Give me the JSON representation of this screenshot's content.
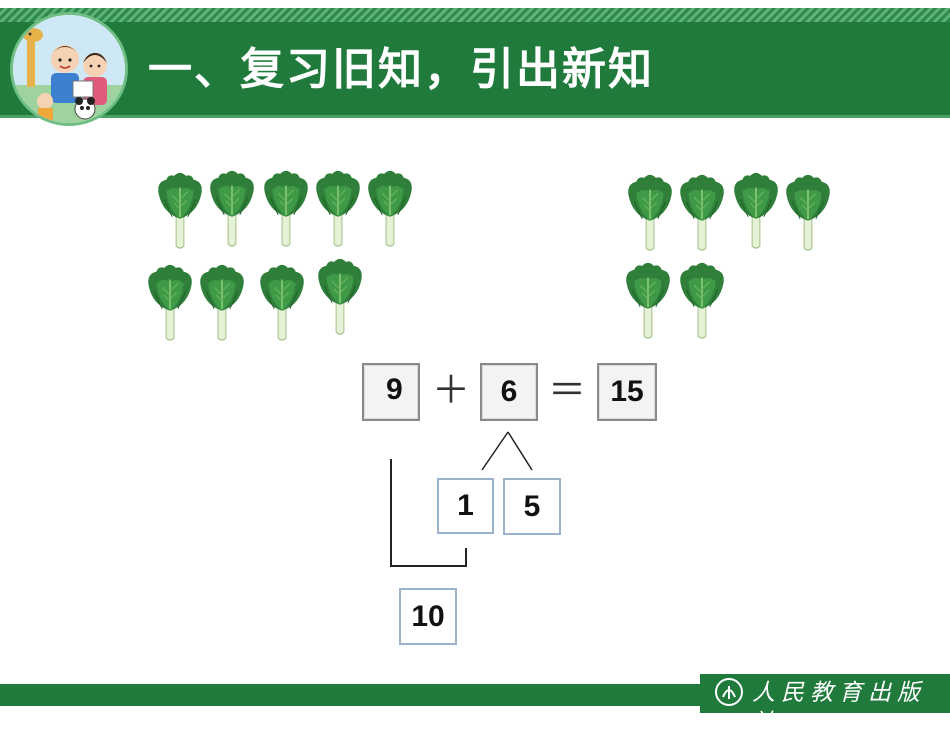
{
  "header": {
    "title": "一、复习旧知，引出新知",
    "accent_color": "#1f7a3c"
  },
  "illustration": {
    "icon": "children-cartoon-icon"
  },
  "groups": {
    "left": {
      "count": 9,
      "icon": "bok-choy-icon"
    },
    "right": {
      "count": 6,
      "icon": "bok-choy-icon"
    }
  },
  "equation": {
    "addend1": "9",
    "plus": "＋",
    "addend2": "6",
    "equals": "＝",
    "sum": "15"
  },
  "decomposition": {
    "part1": "1",
    "part2": "5",
    "ten": "10"
  },
  "footer": {
    "publisher": "人民教育出版社",
    "logo_icon": "publisher-logo-icon"
  }
}
